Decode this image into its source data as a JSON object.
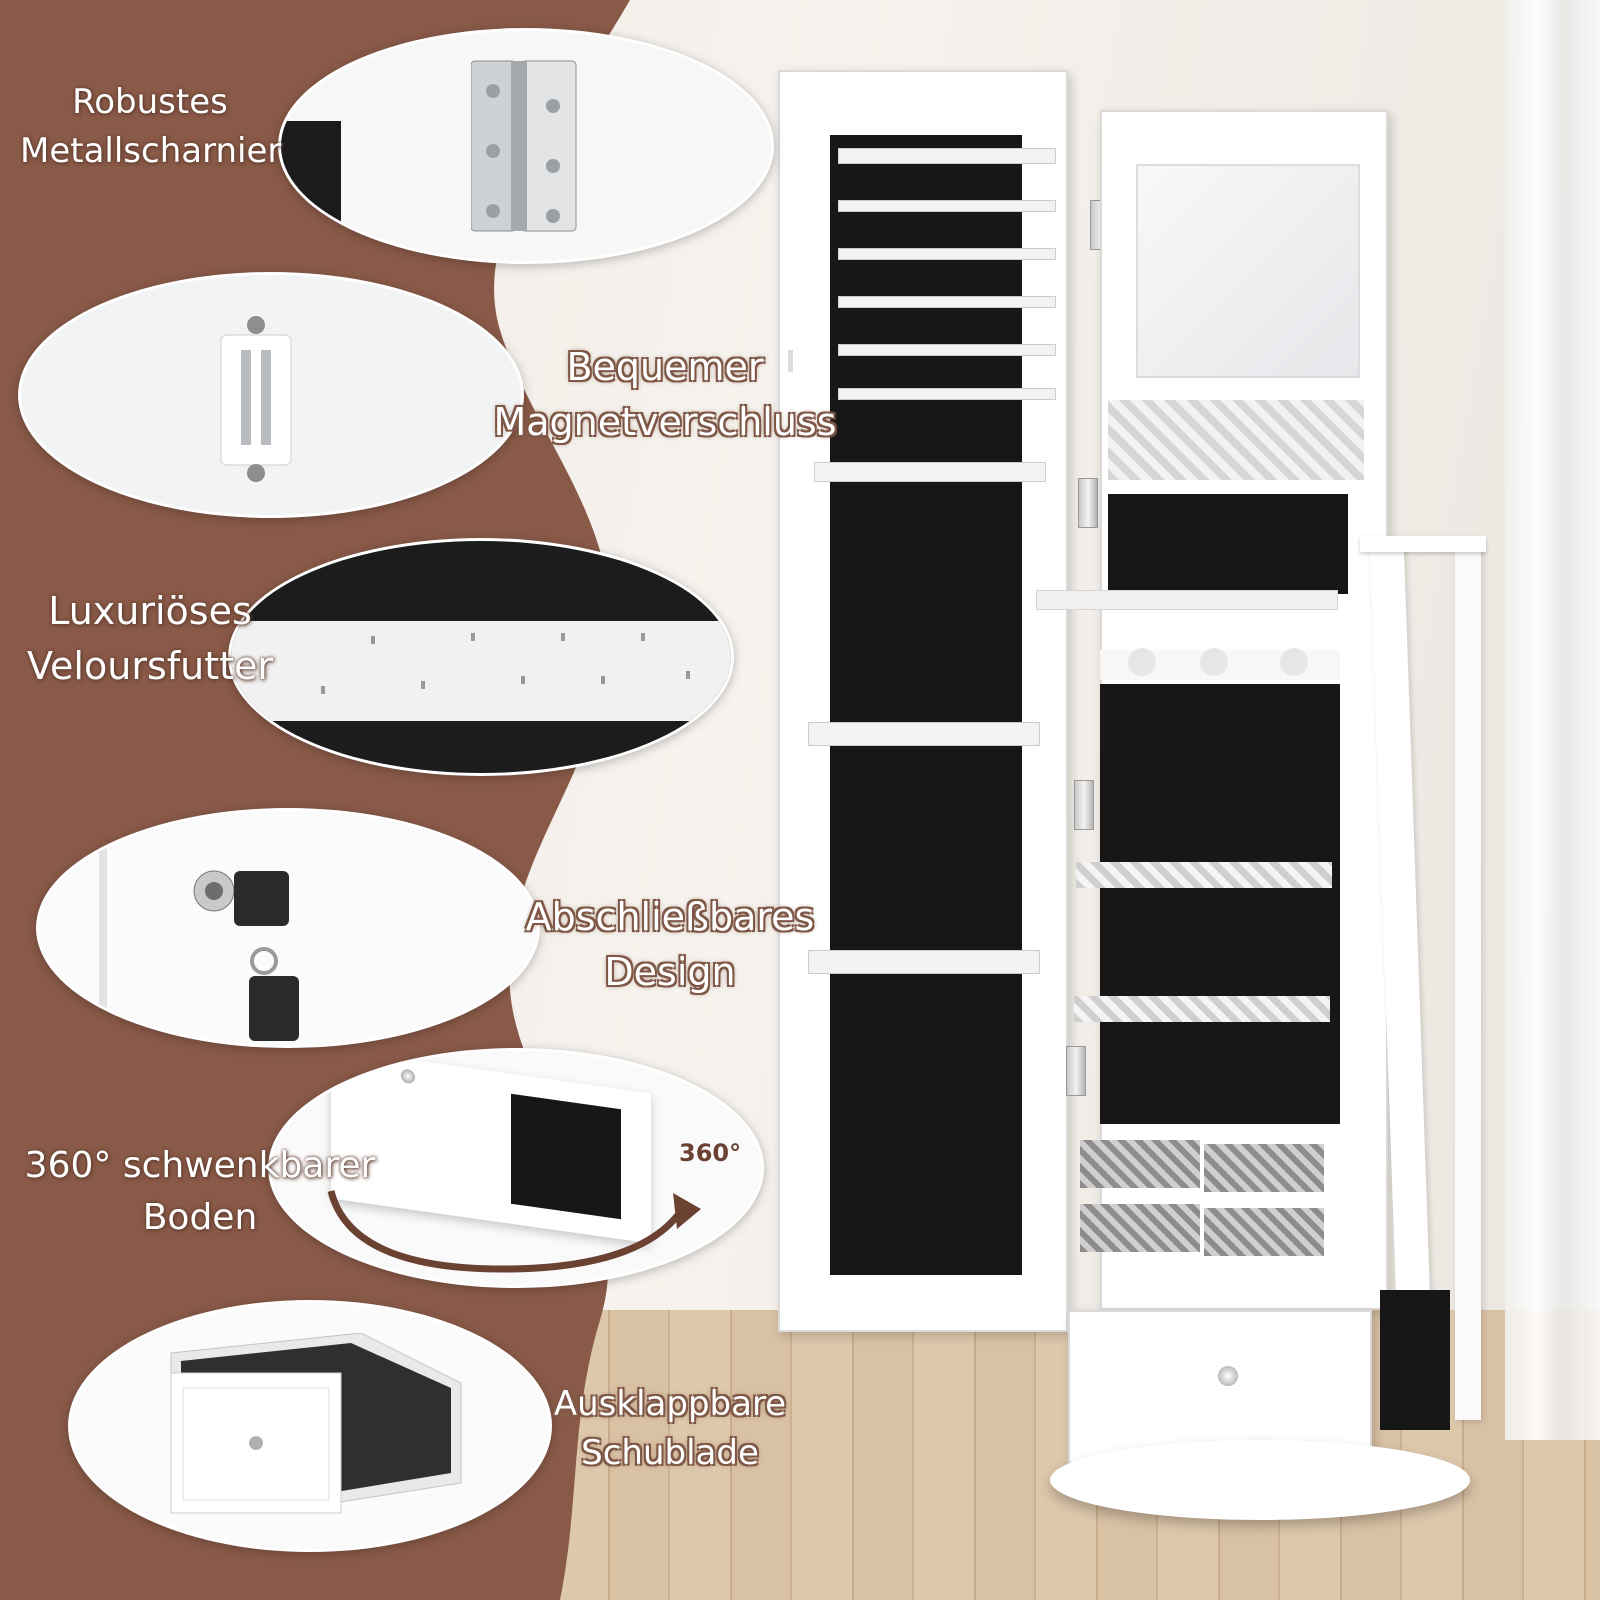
{
  "features": [
    {
      "line1": "Robustes",
      "line2": "Metallscharnier",
      "icon": "metal-hinge"
    },
    {
      "line1": "Bequemer",
      "line2": "Magnetverschluss",
      "icon": "magnet-latch"
    },
    {
      "line1": "Luxuriöses",
      "line2": "Veloursfutter",
      "icon": "velvet-lining-hooks"
    },
    {
      "line1": "Abschließbares",
      "line2": "Design",
      "icon": "lock-and-key"
    },
    {
      "line1": "360° schwenkbarer",
      "line2": "Boden",
      "icon": "rotating-base"
    },
    {
      "line1": "Ausklappbare",
      "line2": "Schublade",
      "icon": "fold-out-drawer"
    }
  ],
  "rotation_badge": "360°",
  "colors": {
    "accent_brown": "#8a5a48",
    "cabinet_white": "#ffffff",
    "felt_black": "#171717"
  }
}
